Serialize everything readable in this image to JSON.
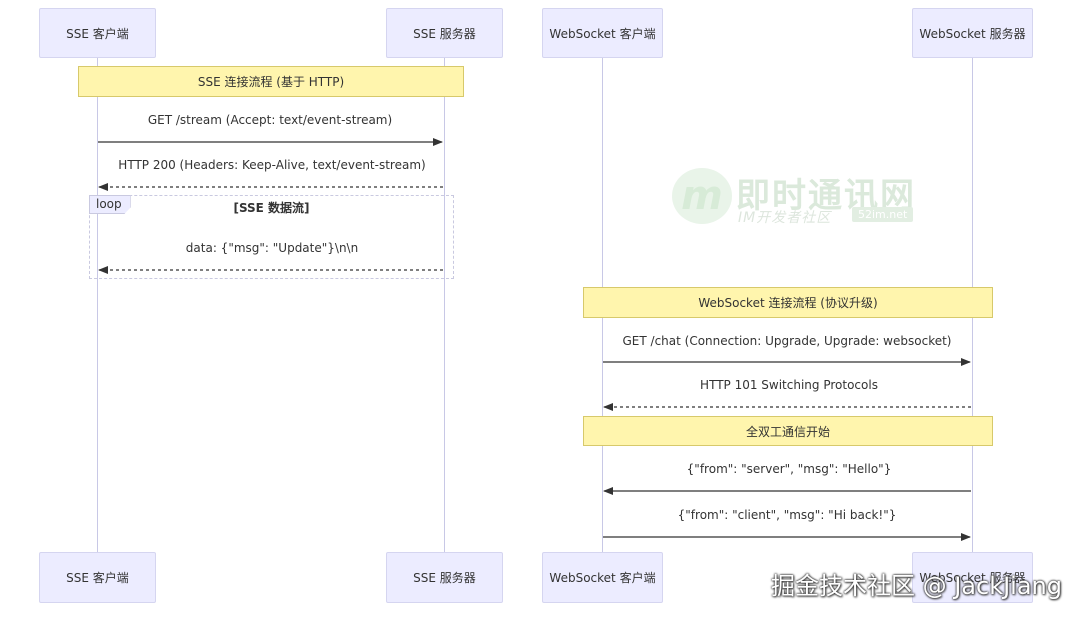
{
  "actors": {
    "sse_client": "SSE 客户端",
    "sse_server": "SSE 服务器",
    "ws_client": "WebSocket 客户端",
    "ws_server": "WebSocket 服务器"
  },
  "sse": {
    "note": "SSE 连接流程 (基于 HTTP)",
    "msg_get": "GET /stream (Accept: text/event-stream)",
    "msg_200": "HTTP 200 (Headers: Keep-Alive, text/event-stream)",
    "loop_label": "loop",
    "loop_condition": "[SSE 数据流]",
    "msg_data": "data: {\"msg\": \"Update\"}\\n\\n"
  },
  "ws": {
    "note_connect": "WebSocket 连接流程 (协议升级)",
    "msg_get": "GET /chat (Connection: Upgrade, Upgrade: websocket)",
    "msg_101": "HTTP 101 Switching Protocols",
    "note_duplex": "全双工通信开始",
    "msg_server": "{\"from\": \"server\", \"msg\": \"Hello\"}",
    "msg_client": "{\"from\": \"client\", \"msg\": \"Hi back!\"}"
  },
  "watermark": {
    "logo_glyph": "m",
    "title": "即时通讯网",
    "subtitle": "IM开发者社区",
    "domain": "52im.net",
    "footer": "掘金技术社区 @ JackJiang"
  },
  "colors": {
    "actor_fill": "#ececff",
    "note_fill": "#fff5ad",
    "line": "#333333"
  }
}
